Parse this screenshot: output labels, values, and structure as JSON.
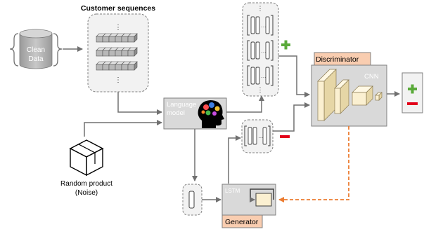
{
  "labels": {
    "customer_sequences": "Customer sequences",
    "clean_data_line1": "Clean",
    "clean_data_line2": "Data",
    "language_model_line1": "Language",
    "language_model_line2": "model",
    "discriminator": "Discriminator",
    "cnn": "CNN",
    "generator": "Generator",
    "lstm": "LSTM",
    "random_product_line1": "Random product",
    "random_product_line2": "(Noise)",
    "vertical_ellipsis": "⋮",
    "horizontal_ellipsis": "…"
  },
  "colors": {
    "positive": "#5aaa3a",
    "negative": "#e2001a",
    "discriminator_tab": "#f9cdb0",
    "generator_tab": "#f9cdb0",
    "feedback_arrow": "#ec7c30",
    "cnn_layers": "#fbf0d1",
    "gray_box": "#d9d9d9"
  }
}
